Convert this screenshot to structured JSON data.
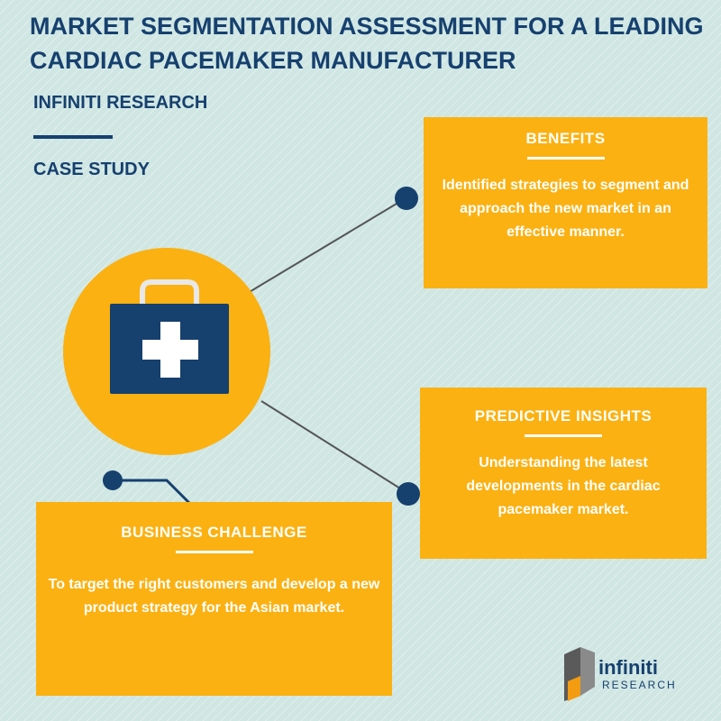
{
  "header": {
    "title_line1": "MARKET SEGMENTATION ASSESSMENT FOR A LEADING",
    "title_line2": "CARDIAC PACEMAKER MANUFACTURER",
    "brand": "INFINITI RESEARCH",
    "label": "CASE STUDY"
  },
  "cards": {
    "benefits": {
      "heading": "BENEFITS",
      "body": "Identified strategies to segment and approach the new market in an effective manner."
    },
    "insights": {
      "heading": "PREDICTIVE INSIGHTS",
      "body": "Understanding the latest developments in the cardiac pacemaker market."
    },
    "challenge": {
      "heading": "BUSINESS CHALLENGE",
      "body": "To target the right customers and develop a new product strategy for the Asian market."
    }
  },
  "icons": {
    "central": "medical-kit-icon",
    "logo": "infiniti-research-logo"
  },
  "logo": {
    "name": "infiniti",
    "sub": "RESEARCH"
  },
  "colors": {
    "navy": "#16406e",
    "accent": "#fbb112",
    "background": "#cfe6e3",
    "connector": "#555555",
    "white": "#ffffff"
  }
}
